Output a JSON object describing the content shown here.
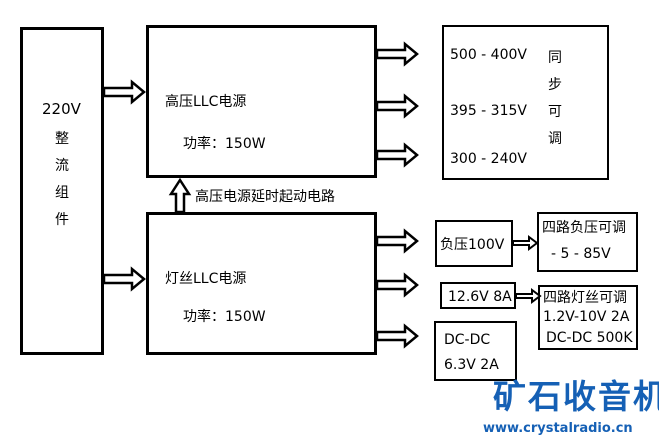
{
  "rectifier": {
    "voltage": "220V",
    "chars": [
      "整",
      "流",
      "组",
      "件"
    ]
  },
  "hv_supply": {
    "title": "高压LLC电源",
    "power": "功率：150W"
  },
  "hv_outputs": [
    "500 - 400V",
    "395 - 315V",
    "300 - 240V"
  ],
  "sync_adjust_chars": [
    "同",
    "步",
    "可",
    "调"
  ],
  "delay_circuit_label": "高压电源延时起动电路",
  "filament_supply": {
    "title": "灯丝LLC电源",
    "power": "功率：150W"
  },
  "neg_voltage": {
    "label": "负压100V"
  },
  "neg_adjust": {
    "line1": "四路负压可调",
    "line2": "- 5 - 85V"
  },
  "filament_out": {
    "label": "12.6V 8A"
  },
  "filament_adjust": {
    "line1": "四路灯丝可调",
    "line2": "1.2V-10V 2A",
    "line3": "DC-DC 500K"
  },
  "dcdc_out": {
    "line1": "DC-DC",
    "line2": "6.3V 2A"
  },
  "watermark": {
    "logo": "矿石收音机",
    "url": "www.crystalradio.cn",
    "color": "#1560b5"
  }
}
